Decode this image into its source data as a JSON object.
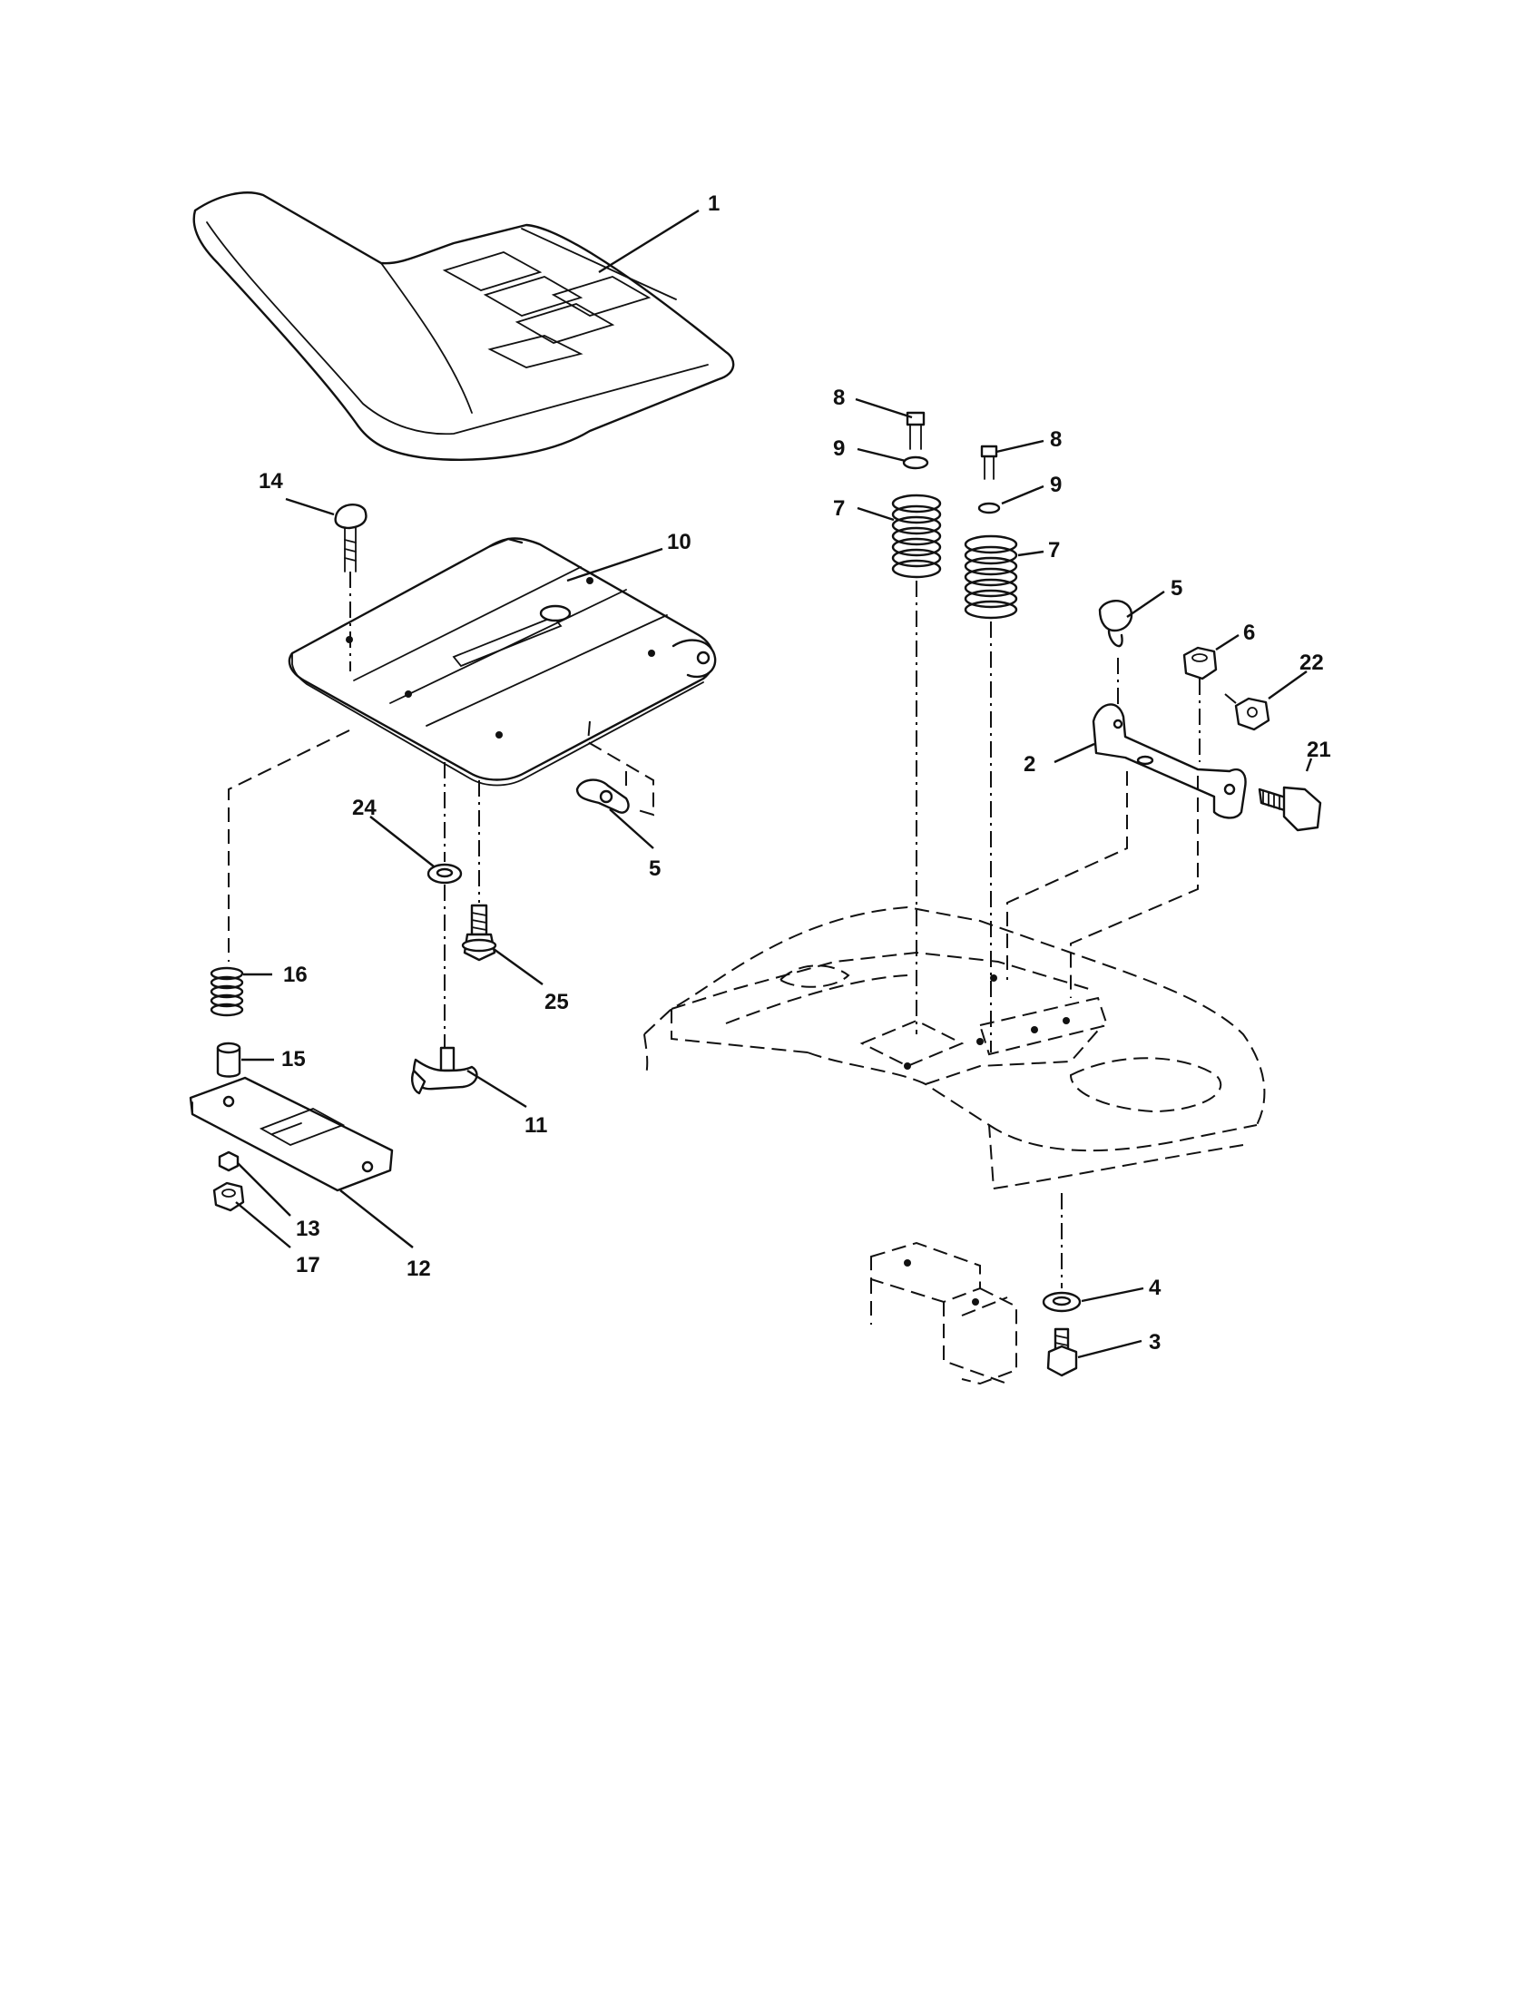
{
  "callouts": [
    "1",
    "2",
    "3",
    "4",
    "5",
    "5",
    "6",
    "7",
    "7",
    "8",
    "8",
    "9",
    "9",
    "10",
    "11",
    "12",
    "13",
    "14",
    "15",
    "16",
    "17",
    "21",
    "22",
    "24",
    "25"
  ]
}
